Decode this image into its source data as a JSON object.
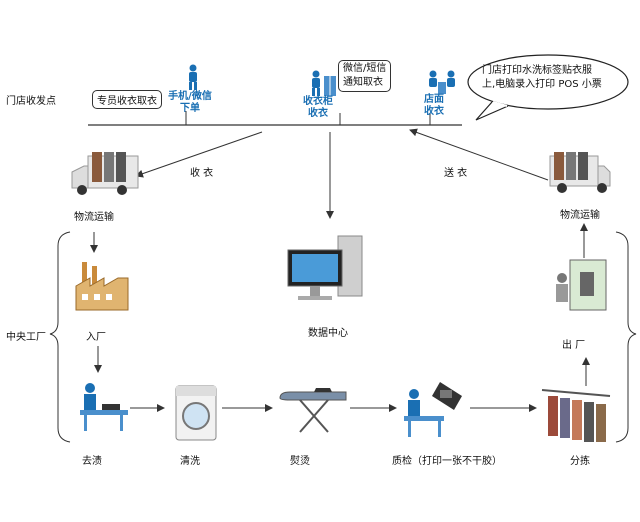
{
  "store": {
    "title": "门店收发点",
    "dedicated_staff": "专员收衣取衣",
    "phone_wechat_line1": "手机/微信",
    "phone_wechat_line2": "下单",
    "wechat_sms_line1": "微信/短信",
    "wechat_sms_line2": "通知取衣",
    "locker_line1": "收衣柜",
    "locker_line2": "收衣",
    "counter_line1": "店面",
    "counter_line2": "收衣",
    "bubble_line1": "门店打印水洗标签贴衣服",
    "bubble_line2": "上,电脑录入打印 POS 小票"
  },
  "flow": {
    "collect": "收 衣",
    "deliver": "送 衣",
    "logistics_left": "物流运输",
    "logistics_right": "物流运输",
    "data_center": "数据中心"
  },
  "factory": {
    "title": "中央工厂",
    "enter": "入厂",
    "exit": "出 厂",
    "stain": "去渍",
    "wash": "清洗",
    "iron": "熨烫",
    "inspect": "质检（打印一张不干胶）",
    "sort": "分拣"
  },
  "colors": {
    "accent_blue": "#1a6fb3",
    "line": "#333333"
  }
}
